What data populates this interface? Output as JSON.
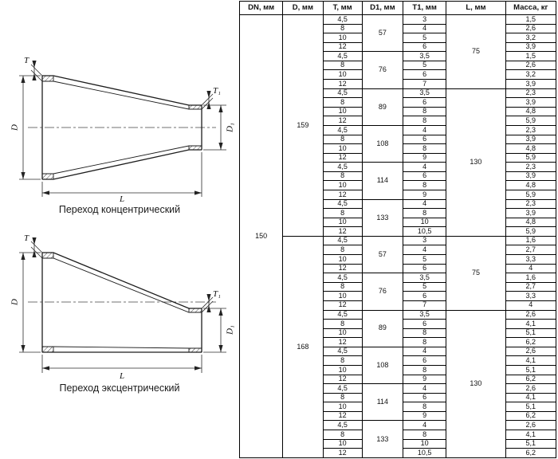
{
  "drawings": [
    {
      "caption": "Переход концентрический",
      "labels": {
        "D": "D",
        "T": "T",
        "T1": "T₁",
        "D1": "D₁",
        "L": "L"
      }
    },
    {
      "caption": "Переход эксцентрический",
      "labels": {
        "D": "D",
        "T": "T",
        "T1": "T₁",
        "D1": "D₁",
        "L": "L"
      }
    }
  ],
  "table": {
    "headers": [
      "DN, мм",
      "D, мм",
      "T, мм",
      "D1, мм",
      "T1, мм",
      "L, мм",
      "Масса, кг"
    ],
    "dn": "150",
    "groups": [
      {
        "d": "159",
        "sections": [
          {
            "l": "75",
            "subs": [
              {
                "d1": "57",
                "rows": [
                  [
                    "4,5",
                    "3",
                    "1,5"
                  ],
                  [
                    "8",
                    "4",
                    "2,6"
                  ],
                  [
                    "10",
                    "5",
                    "3,2"
                  ],
                  [
                    "12",
                    "6",
                    "3,9"
                  ]
                ]
              },
              {
                "d1": "76",
                "rows": [
                  [
                    "4,5",
                    "3,5",
                    "1,5"
                  ],
                  [
                    "8",
                    "5",
                    "2,6"
                  ],
                  [
                    "10",
                    "6",
                    "3,2"
                  ],
                  [
                    "12",
                    "7",
                    "3,9"
                  ]
                ]
              }
            ]
          },
          {
            "l": "130",
            "subs": [
              {
                "d1": "89",
                "rows": [
                  [
                    "4,5",
                    "3,5",
                    "2,3"
                  ],
                  [
                    "8",
                    "6",
                    "3,9"
                  ],
                  [
                    "10",
                    "8",
                    "4,8"
                  ],
                  [
                    "12",
                    "8",
                    "5,9"
                  ]
                ]
              },
              {
                "d1": "108",
                "rows": [
                  [
                    "4,5",
                    "4",
                    "2,3"
                  ],
                  [
                    "8",
                    "6",
                    "3,9"
                  ],
                  [
                    "10",
                    "8",
                    "4,8"
                  ],
                  [
                    "12",
                    "9",
                    "5,9"
                  ]
                ]
              },
              {
                "d1": "114",
                "rows": [
                  [
                    "4,5",
                    "4",
                    "2,3"
                  ],
                  [
                    "8",
                    "6",
                    "3,9"
                  ],
                  [
                    "10",
                    "8",
                    "4,8"
                  ],
                  [
                    "12",
                    "9",
                    "5,9"
                  ]
                ]
              },
              {
                "d1": "133",
                "rows": [
                  [
                    "4,5",
                    "4",
                    "2,3"
                  ],
                  [
                    "8",
                    "8",
                    "3,9"
                  ],
                  [
                    "10",
                    "10",
                    "4,8"
                  ],
                  [
                    "12",
                    "10,5",
                    "5,9"
                  ]
                ]
              }
            ]
          }
        ]
      },
      {
        "d": "168",
        "sections": [
          {
            "l": "75",
            "subs": [
              {
                "d1": "57",
                "rows": [
                  [
                    "4,5",
                    "3",
                    "1,6"
                  ],
                  [
                    "8",
                    "4",
                    "2,7"
                  ],
                  [
                    "10",
                    "5",
                    "3,3"
                  ],
                  [
                    "12",
                    "6",
                    "4"
                  ]
                ]
              },
              {
                "d1": "76",
                "rows": [
                  [
                    "4,5",
                    "3,5",
                    "1,6"
                  ],
                  [
                    "8",
                    "5",
                    "2,7"
                  ],
                  [
                    "10",
                    "6",
                    "3,3"
                  ],
                  [
                    "12",
                    "7",
                    "4"
                  ]
                ]
              }
            ]
          },
          {
            "l": "130",
            "subs": [
              {
                "d1": "89",
                "rows": [
                  [
                    "4,5",
                    "3,5",
                    "2,6"
                  ],
                  [
                    "8",
                    "6",
                    "4,1"
                  ],
                  [
                    "10",
                    "8",
                    "5,1"
                  ],
                  [
                    "12",
                    "8",
                    "6,2"
                  ]
                ]
              },
              {
                "d1": "108",
                "rows": [
                  [
                    "4,5",
                    "4",
                    "2,6"
                  ],
                  [
                    "8",
                    "6",
                    "4,1"
                  ],
                  [
                    "10",
                    "8",
                    "5,1"
                  ],
                  [
                    "12",
                    "9",
                    "6,2"
                  ]
                ]
              },
              {
                "d1": "114",
                "rows": [
                  [
                    "4,5",
                    "4",
                    "2,6"
                  ],
                  [
                    "8",
                    "6",
                    "4,1"
                  ],
                  [
                    "10",
                    "8",
                    "5,1"
                  ],
                  [
                    "12",
                    "9",
                    "6,2"
                  ]
                ]
              },
              {
                "d1": "133",
                "rows": [
                  [
                    "4,5",
                    "4",
                    "2,6"
                  ],
                  [
                    "8",
                    "8",
                    "4,1"
                  ],
                  [
                    "10",
                    "10",
                    "5,1"
                  ],
                  [
                    "12",
                    "10,5",
                    "6,2"
                  ]
                ]
              }
            ]
          }
        ]
      }
    ]
  }
}
